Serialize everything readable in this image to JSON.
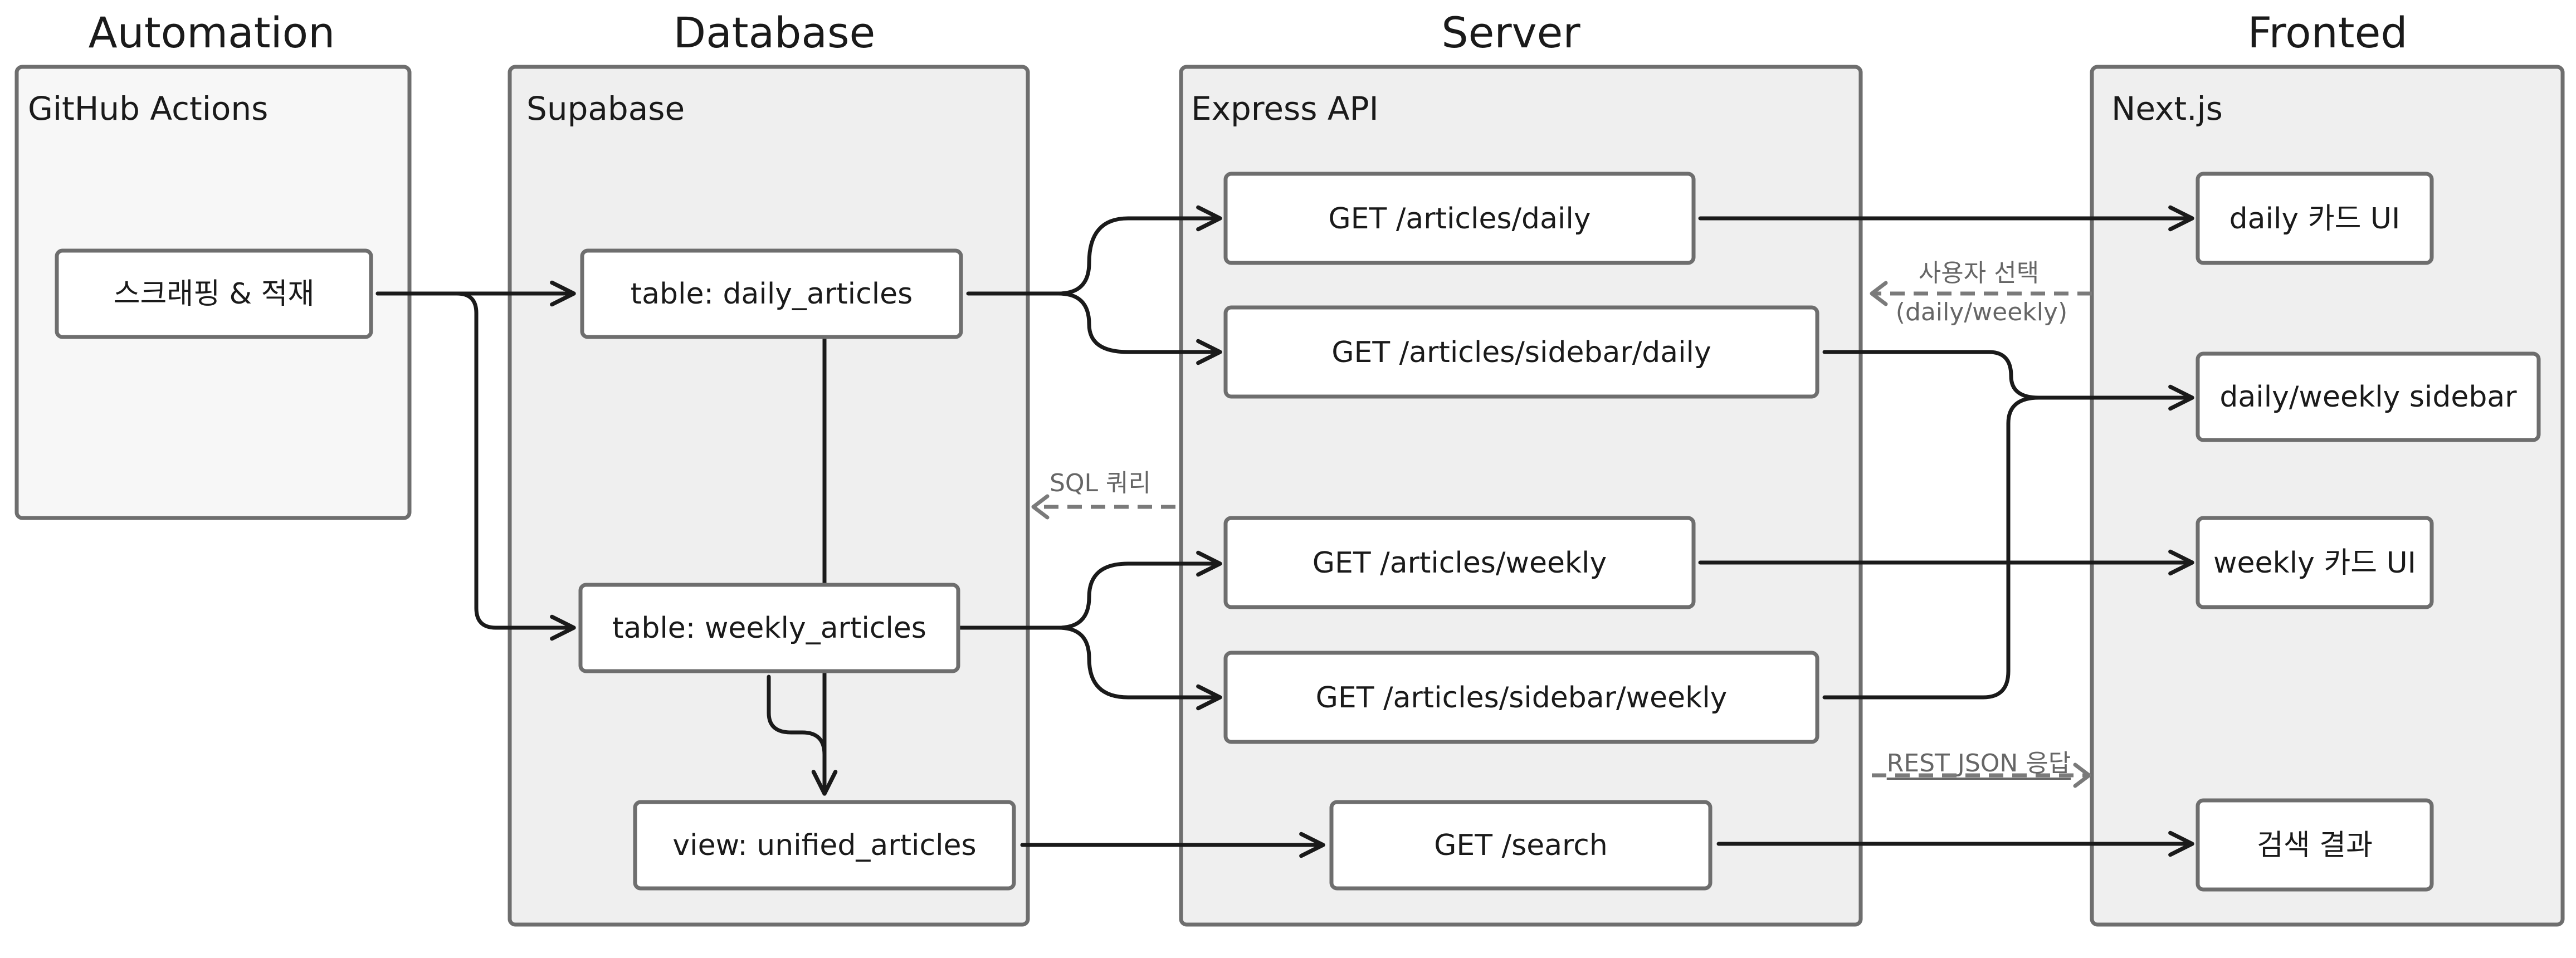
{
  "columns": {
    "automation": "Automation",
    "database": "Database",
    "server": "Server",
    "frontend": "Fronted"
  },
  "groups": {
    "github_actions": "GitHub Actions",
    "supabase": "Supabase",
    "express_api": "Express API",
    "nextjs": "Next.js"
  },
  "nodes": {
    "scraping": "스크래핑 & 적재",
    "daily_table": "table: daily_articles",
    "weekly_table": "table: weekly_articles",
    "unified_view": "view: unified_articles",
    "get_daily": "GET /articles/daily",
    "get_sidebar_daily": "GET /articles/sidebar/daily",
    "get_weekly": "GET /articles/weekly",
    "get_sidebar_weekly": "GET /articles/sidebar/weekly",
    "get_search": "GET /search",
    "daily_card": "daily 카드 UI",
    "sidebar": "daily/weekly sidebar",
    "weekly_card": "weekly 카드 UI",
    "search_result": "검색 결과"
  },
  "edge_labels": {
    "user_select_line1": "사용자 선택",
    "user_select_line2": "(daily/weekly)",
    "sql_query": "SQL 쿼리",
    "rest_json": "REST JSON 응답"
  }
}
